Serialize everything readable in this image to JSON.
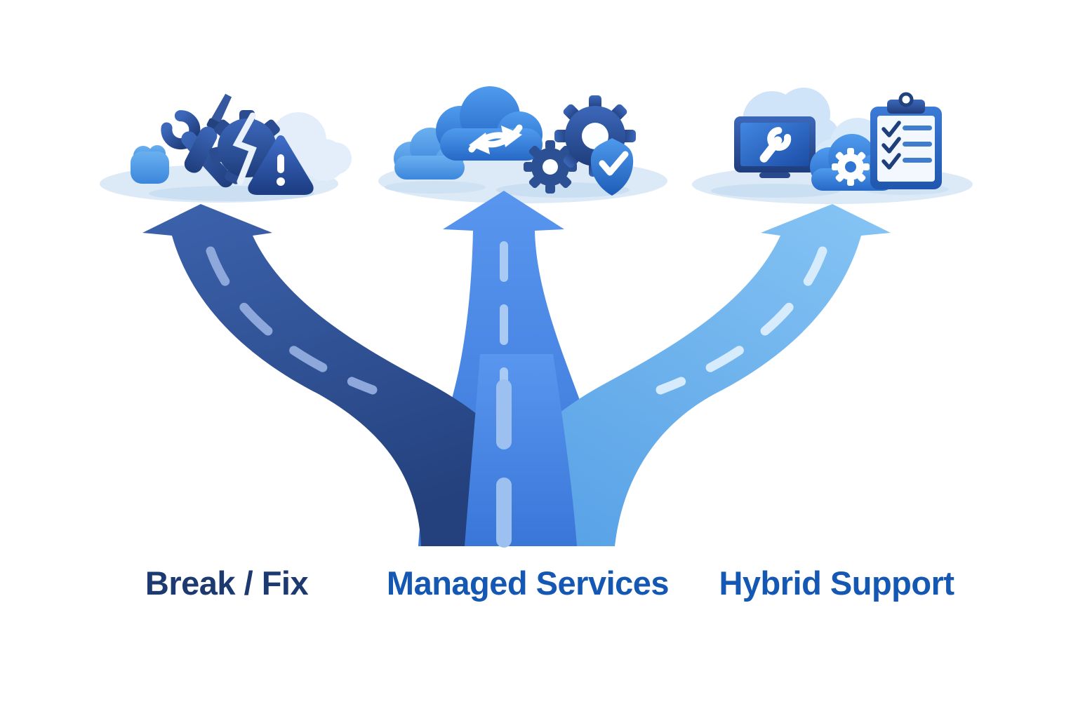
{
  "branches": [
    {
      "label": "Break / Fix",
      "label_color": "#1c3a70",
      "road_color": "#2d4f97",
      "dash_color": "#8fa8db",
      "icons": [
        "cloud-blob-icon",
        "wrench-icon",
        "screwdriver-icon",
        "broken-gear-icon",
        "warning-triangle-icon"
      ]
    },
    {
      "label": "Managed Services",
      "label_color": "#1558b4",
      "road_color": "#4285e6",
      "dash_color": "#a8caf3",
      "icons": [
        "small-cloud-icon",
        "cloud-sync-icon",
        "small-gear-icon",
        "large-gear-icon",
        "shield-check-icon"
      ]
    },
    {
      "label": "Hybrid Support",
      "label_color": "#1558b4",
      "road_color": "#63ace9",
      "dash_color": "#d6ecfc",
      "icons": [
        "laptop-wrench-icon",
        "cloud-gear-icon",
        "clipboard-checklist-icon"
      ]
    }
  ],
  "palette": {
    "background": "#ffffff",
    "platform": "#dceaf8",
    "navy-label": "#1c3a70",
    "blue-label": "#1558b4",
    "road-left-top": "#3d63ae",
    "road-left-bottom": "#24417d",
    "road-center-top": "#5996ef",
    "road-center-bottom": "#3a76d8",
    "road-right-top": "#83c2f3",
    "road-right-bottom": "#57a1e6"
  }
}
